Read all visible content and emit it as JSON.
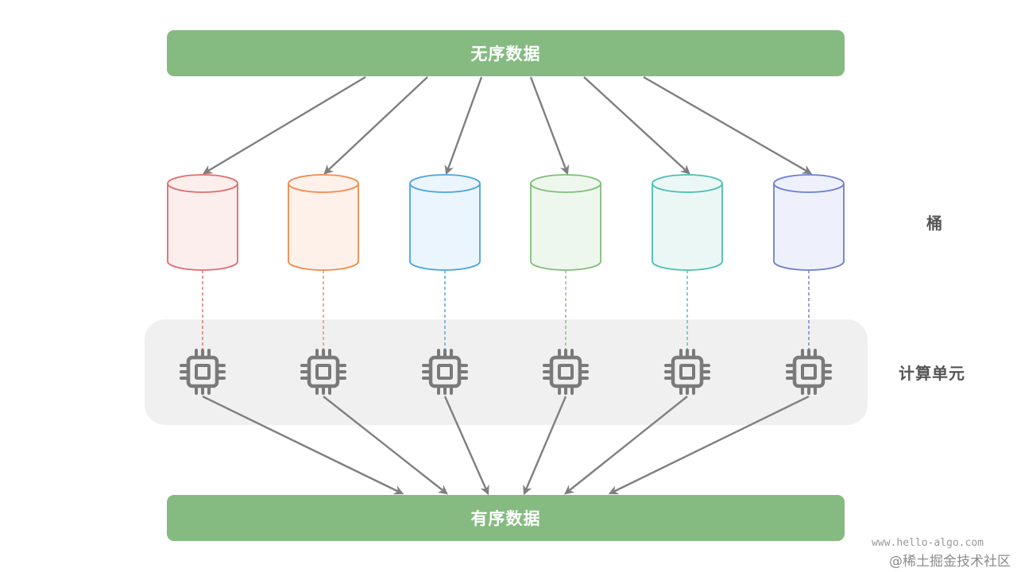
{
  "top_bar": {
    "label": "无序数据"
  },
  "bottom_bar": {
    "label": "有序数据"
  },
  "labels": {
    "bucket": "桶",
    "compute": "计算单元"
  },
  "buckets": [
    {
      "stroke": "#e06c6c",
      "fill": "#fdeeee"
    },
    {
      "stroke": "#ef8a4e",
      "fill": "#fef1ea"
    },
    {
      "stroke": "#4aa3df",
      "fill": "#eaf5fd"
    },
    {
      "stroke": "#7fbf79",
      "fill": "#eef7ee"
    },
    {
      "stroke": "#4dbfb0",
      "fill": "#eaf7f5"
    },
    {
      "stroke": "#6b7fcf",
      "fill": "#eef0fb"
    }
  ],
  "colors": {
    "bar": "#85bb80",
    "arrow": "#7f7f7f",
    "chip": "#7a7a7a",
    "panel": "#f0f0f0"
  },
  "icons": {
    "chip": "cpu-chip-icon"
  },
  "watermark": {
    "url": "www.hello-algo.com",
    "site": "@稀土掘金技术社区"
  }
}
